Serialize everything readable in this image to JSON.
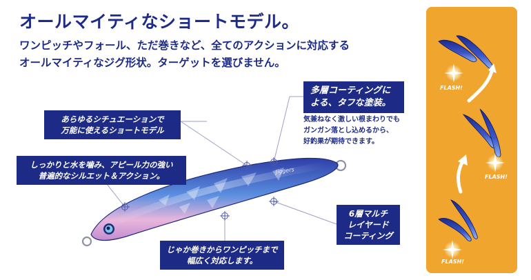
{
  "headline": "オールマイティなショートモデル。",
  "subhead": [
    "ワンピッチやフォール、ただ巻きなど、全てのアクションに対応する",
    "オールマイティなジグ形状。ターゲットを選びません。"
  ],
  "callouts": {
    "allround": [
      "あらゆるシチュエーションで",
      "万能に使えるショートモデル"
    ],
    "action": [
      "しっかりと水を噛み、アピール力の強い",
      "普遍的なシルエット＆アクション。"
    ],
    "jerk": [
      "じゃか巻きからワンピッチまで",
      "幅広く対応します。"
    ],
    "coating": [
      "多層コーティングに",
      "よる、タフな塗装。"
    ],
    "layered": [
      "6層マルチ",
      "レイヤード",
      "コーティング"
    ]
  },
  "coating_note": [
    "気兼ねなく激しい根まわりでも",
    "ガンガン落とし込めるから、",
    "好釣果が期待できます。"
  ],
  "lure_print": "Jiggers",
  "flash_label": "FLASH!",
  "colors": {
    "brand_navy": "#1d2b86",
    "panel_orange": "#f0a52e",
    "lure_blue": "#3b56c8",
    "lure_pink": "#e9b6dc"
  },
  "icons": [
    "crosshair-marker-icon",
    "jig-lure-icon",
    "flash-sparkle-icon",
    "curved-arrow-icon"
  ]
}
